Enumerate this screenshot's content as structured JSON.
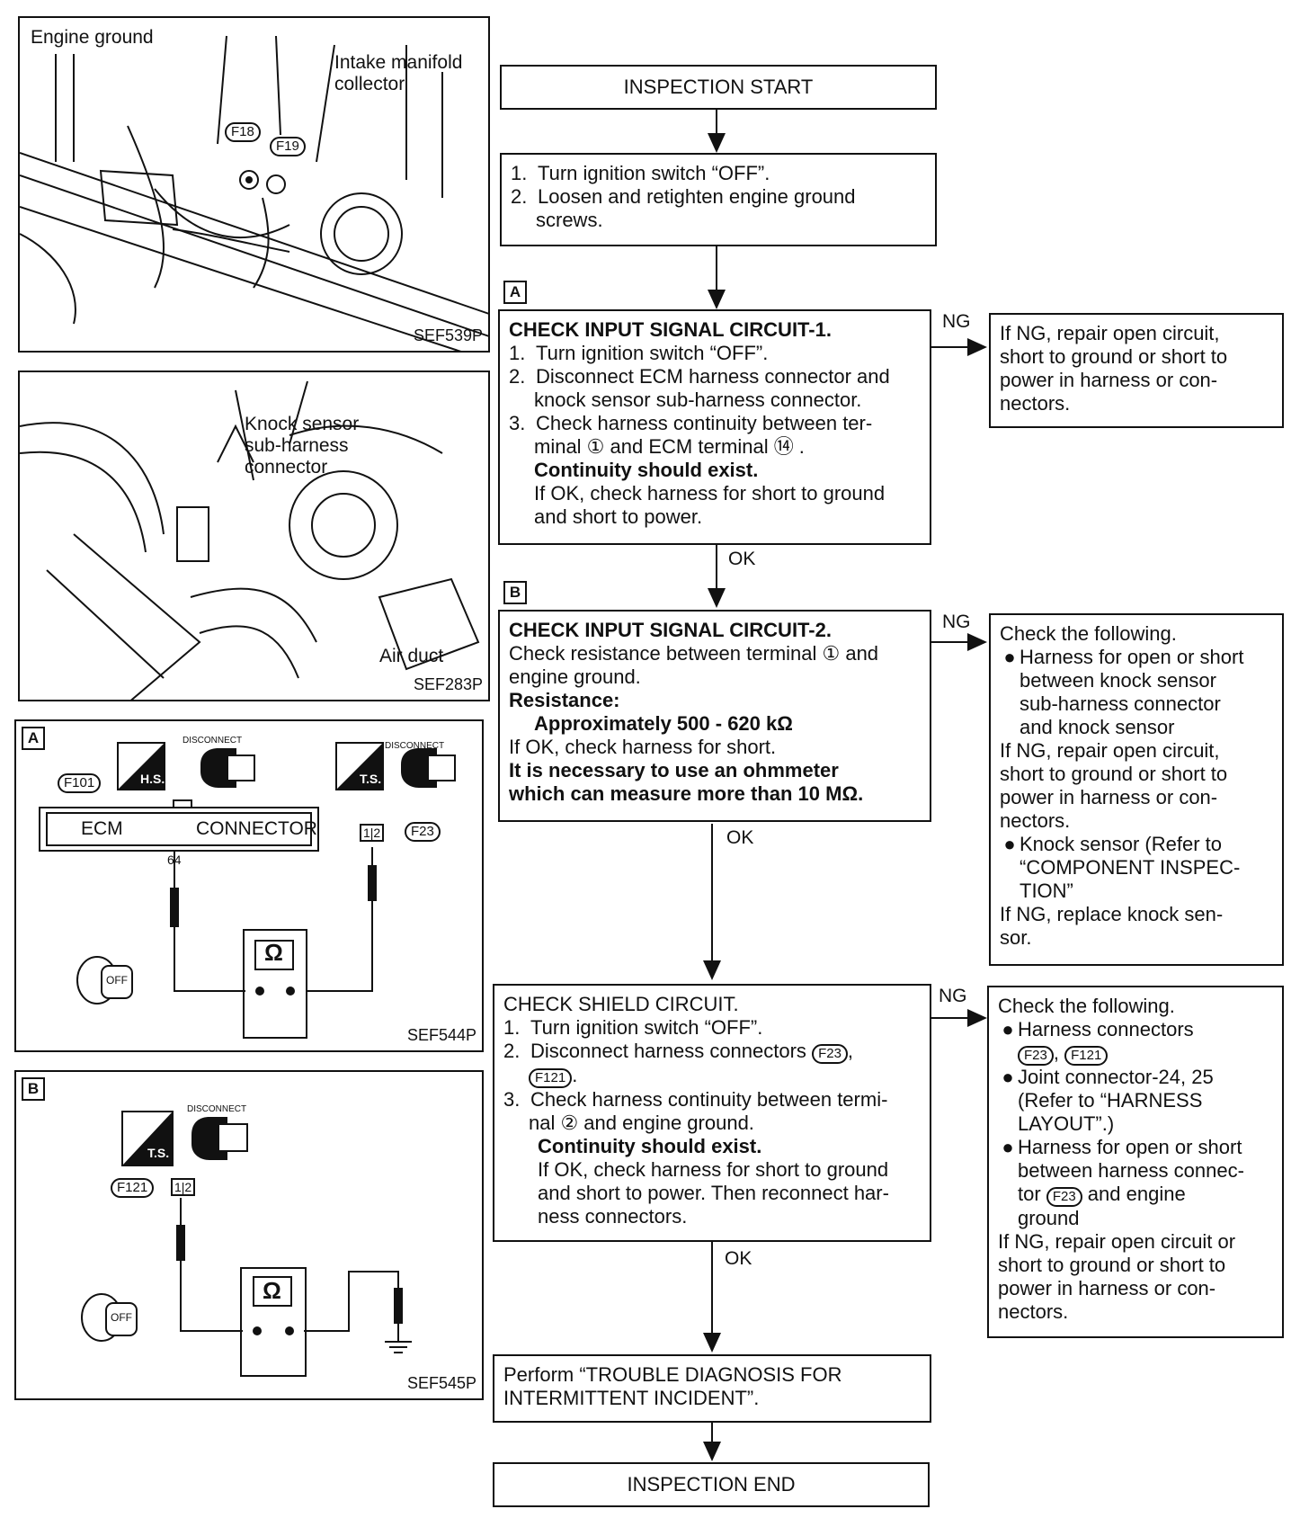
{
  "panels": {
    "p1": {
      "callout_engine_ground": "Engine ground",
      "callout_intake_line1": "Intake manifold",
      "callout_intake_line2": "collector",
      "conn_f18": "F18",
      "conn_f19": "F19",
      "code": "SEF539P"
    },
    "p2": {
      "callout_line1": "Knock sensor",
      "callout_line2": "sub-harness",
      "callout_line3": "connector",
      "callout_air_duct": "Air duct",
      "code": "SEF283P"
    },
    "p3": {
      "tag": "A",
      "disconnect1": "DISCONNECT",
      "disconnect2": "DISCONNECT",
      "hs": "H.S.",
      "ts": "T.S.",
      "conn_f101": "F101",
      "ecm_label": "ECM",
      "connector_label": "CONNECTOR",
      "terminal_64": "64",
      "pins": "1|2",
      "conn_f23": "F23",
      "ohm": "Ω",
      "off": "OFF",
      "code": "SEF544P"
    },
    "p4": {
      "tag": "B",
      "disconnect": "DISCONNECT",
      "ts": "T.S.",
      "conn_f121": "F121",
      "pins": "1|2",
      "ohm": "Ω",
      "off": "OFF",
      "code": "SEF545P"
    }
  },
  "flow": {
    "start": "INSPECTION START",
    "step1": {
      "l1": "1.",
      "t1": "Turn ignition switch “OFF”.",
      "l2": "2.",
      "t2a": "Loosen and retighten engine ground",
      "t2b": "screws."
    },
    "tag_a": "A",
    "tag_b": "B",
    "a": {
      "title": "CHECK INPUT SIGNAL CIRCUIT-1.",
      "i1": "Turn ignition switch “OFF”.",
      "i2a": "Disconnect ECM harness connector and",
      "i2b": "knock sensor sub-harness connector.",
      "i3a": "Check harness continuity between ter-",
      "i3b": "minal ① and ECM terminal ⑭ .",
      "bold": "Continuity should exist.",
      "ok_a": "If OK, check harness for short to ground",
      "ok_b": "and short to power.",
      "ng": "NG",
      "ok": "OK",
      "ng_box": [
        "If NG, repair open circuit,",
        "short to ground or short to",
        "power in harness or con-",
        "nectors."
      ]
    },
    "b": {
      "title": "CHECK INPUT SIGNAL CIRCUIT-2.",
      "l1": "Check resistance between terminal ① and",
      "l2": "engine ground.",
      "res_label": "Resistance:",
      "res_value": "Approximately 500 - 620 kΩ",
      "ok_line": "If OK, check harness for short.",
      "warn1": "It is necessary to use an ohmmeter",
      "warn2": "which can measure more than 10 MΩ.",
      "ng": "NG",
      "ok": "OK",
      "ng_box": {
        "head": "Check the following.",
        "b1": [
          "Harness for open or short",
          "between knock sensor",
          "sub-harness connector",
          "and knock sensor"
        ],
        "r1": [
          "If NG, repair open circuit,",
          "short to ground or short to",
          "power in harness or con-",
          "nectors."
        ],
        "b2": [
          "Knock sensor (Refer to",
          "“COMPONENT INSPEC-",
          "TION”"
        ],
        "r2": [
          "If NG, replace knock sen-",
          "sor."
        ]
      }
    },
    "c": {
      "title": "CHECK SHIELD CIRCUIT.",
      "i1": "Turn ignition switch “OFF”.",
      "i2a": "Disconnect harness connectors",
      "i2_conn1": "F23",
      "i2_conn2": "F121",
      "i3a": "Check harness continuity between termi-",
      "i3b": "nal ② and engine ground.",
      "bold": "Continuity should exist.",
      "ok1": "If OK, check harness for short to ground",
      "ok2": "and short to power. Then reconnect har-",
      "ok3": "ness connectors.",
      "ng": "NG",
      "ok": "OK",
      "ng_box": {
        "head": "Check the following.",
        "b1": "Harness connectors",
        "b1_conn1": "F23",
        "b1_conn2": "F121",
        "b2": [
          "Joint connector-24, 25",
          "(Refer to “HARNESS",
          "LAYOUT”.)"
        ],
        "b3a": "Harness for open or short",
        "b3b": "between harness connec-",
        "b3c_pre": "tor",
        "b3c_conn": "F23",
        "b3c_post": "and engine",
        "b3d": "ground",
        "r": [
          "If NG, repair open circuit or",
          "short to ground or short to",
          "power in harness or con-",
          "nectors."
        ]
      }
    },
    "perform": [
      "Perform “TROUBLE DIAGNOSIS FOR",
      "INTERMITTENT INCIDENT”."
    ],
    "end": "INSPECTION END"
  }
}
